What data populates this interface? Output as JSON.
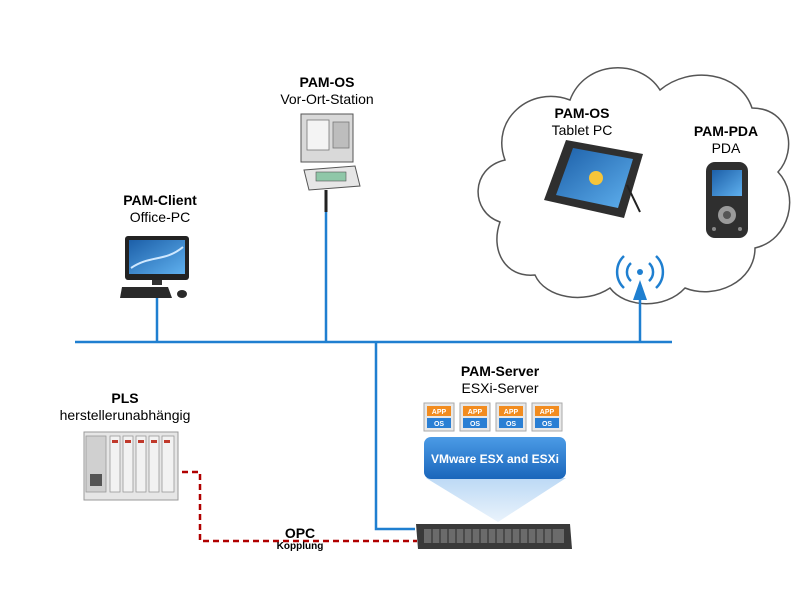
{
  "nodes": {
    "pam_os_station": {
      "title": "PAM-OS",
      "subtitle": "Vor-Ort-Station"
    },
    "pam_client": {
      "title": "PAM-Client",
      "subtitle": "Office-PC"
    },
    "pam_os_tablet": {
      "title": "PAM-OS",
      "subtitle": "Tablet PC"
    },
    "pam_pda": {
      "title": "PAM-PDA",
      "subtitle": "PDA"
    },
    "pam_server": {
      "title": "PAM-Server",
      "subtitle": "ESXi-Server"
    },
    "pls": {
      "title": "PLS",
      "subtitle": "herstellerunabhängig"
    }
  },
  "vm_tile": {
    "top": "APP",
    "bottom": "OS"
  },
  "vmware_label": "VMware ESX and ESXi",
  "coupling": {
    "title": "OPC",
    "subtitle": "Kopplung"
  },
  "colors": {
    "network_line": "#1f7fd0",
    "opc_line": "#b00000",
    "cloud_stroke": "#555555",
    "vmware_blue": "#2a7fd4"
  }
}
